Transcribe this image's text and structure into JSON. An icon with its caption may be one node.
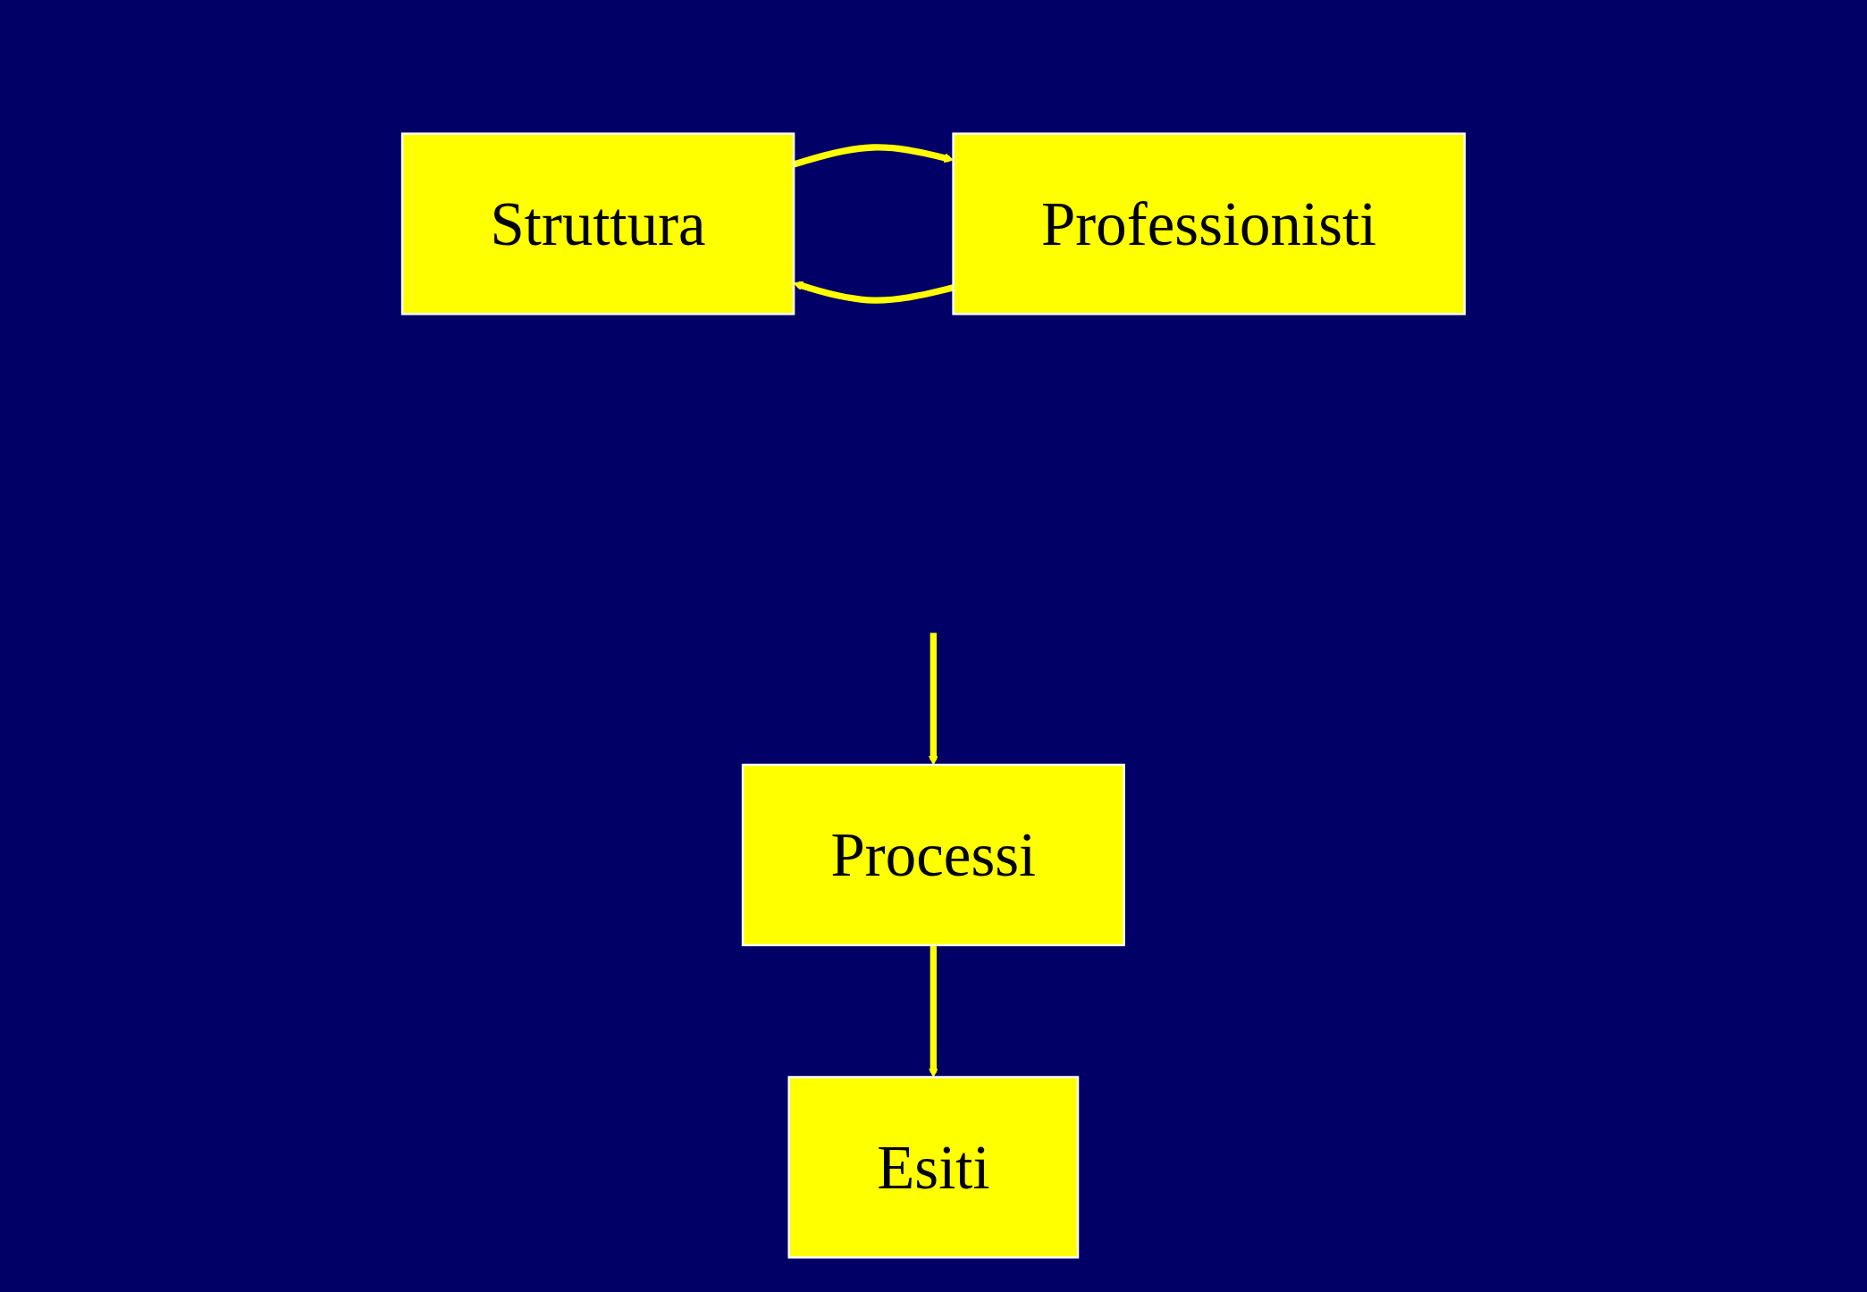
{
  "diagram": {
    "nodes": [
      {
        "text": [
          "Struttura"
        ]
      },
      {
        "text": [
          "Professionisti"
        ]
      },
      {
        "text": [
          "Processi"
        ]
      },
      {
        "text": [
          "Esiti"
        ]
      }
    ],
    "edges": [
      {
        "from": 0,
        "to": 1,
        "arrow": "to"
      },
      {
        "from": 1,
        "to": 0,
        "arrow": "to"
      },
      {
        "from": null,
        "to": 2,
        "arrow": "to"
      },
      {
        "from": 2,
        "to": 3,
        "arrow": "to"
      }
    ]
  }
}
